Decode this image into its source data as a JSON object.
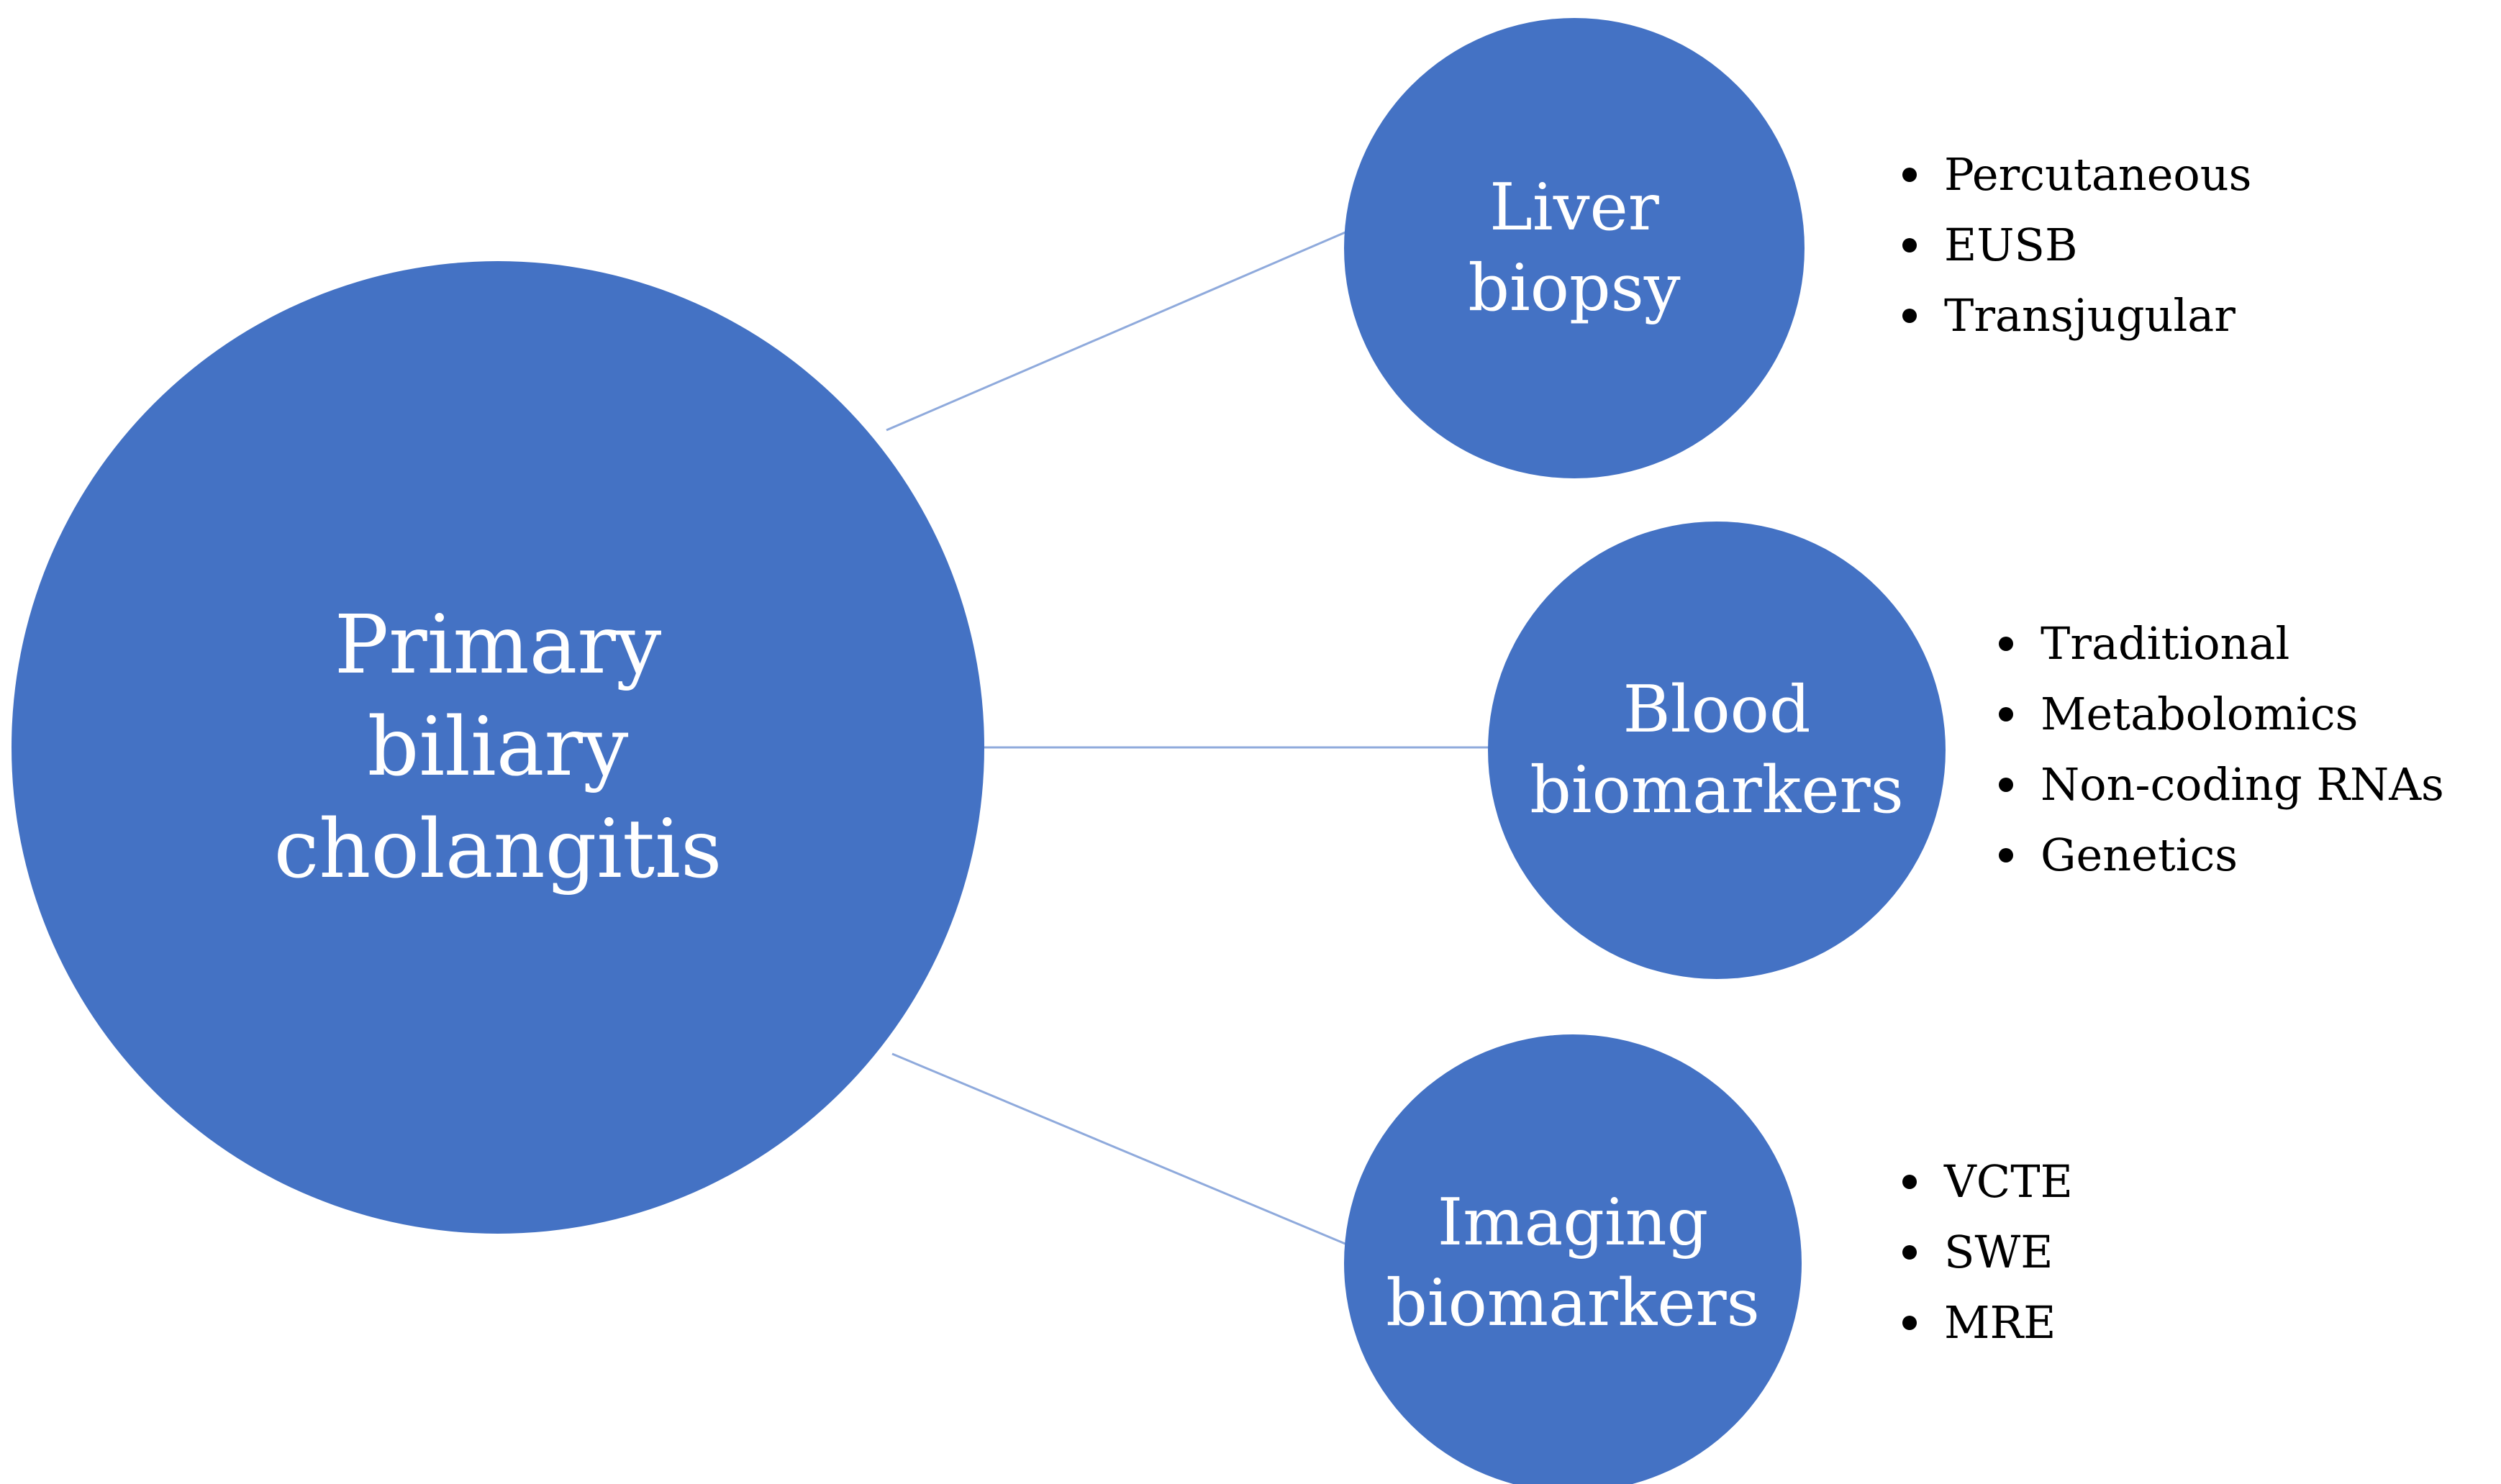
{
  "diagram": {
    "main_node": {
      "label": "Primary\nbiliary\ncholangitis"
    },
    "branches": [
      {
        "label": "Liver\nbiopsy",
        "items": [
          "Percutaneous",
          "EUSB",
          "Transjugular"
        ]
      },
      {
        "label": "Blood\nbiomarkers",
        "items": [
          "Traditional",
          "Metabolomics",
          "Non-coding RNAs",
          "Genetics"
        ]
      },
      {
        "label": "Imaging\nbiomarkers",
        "items": [
          "VCTE",
          "SWE",
          "MRE"
        ]
      }
    ],
    "colors": {
      "node_fill": "#4472c4",
      "connector": "#8faadc",
      "node_text": "#ffffff",
      "list_text": "#000000"
    }
  }
}
